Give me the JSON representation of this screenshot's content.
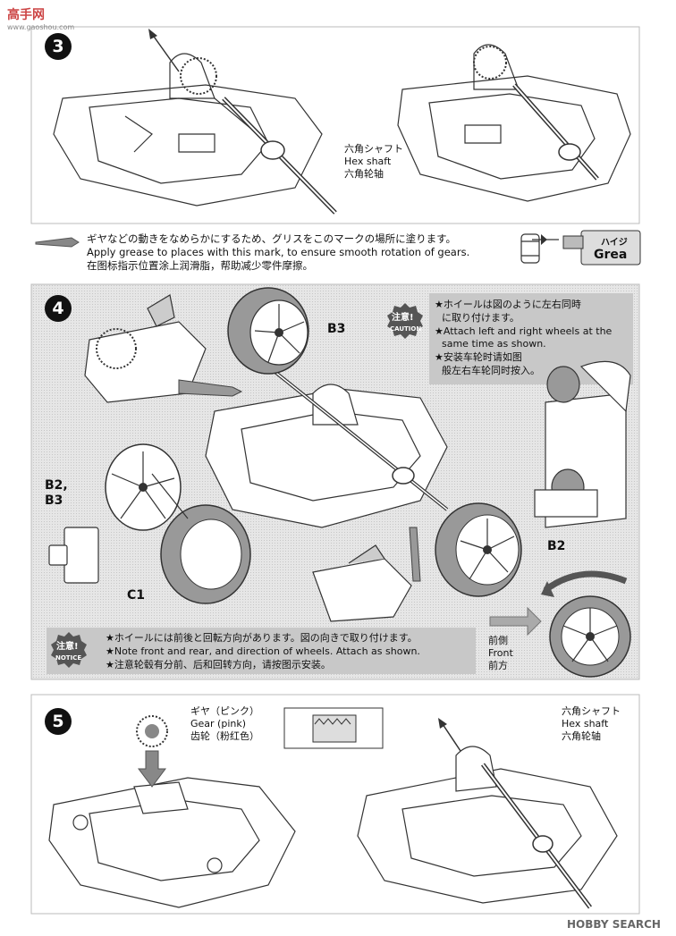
{
  "watermark": {
    "site": "高手网",
    "url": "www.gaoshou.com",
    "brand": "HOBBY SEARCH"
  },
  "step3": {
    "number": "3",
    "hex_shaft_jp": "六角シャフト",
    "hex_shaft_en": "Hex shaft",
    "hex_shaft_cn": "六角轮轴",
    "grease_jp": "ギヤなどの動きをなめらかにするため、グリスをこのマークの場所に塗ります。",
    "grease_en": "Apply grease to places with this mark, to ensure smooth rotation of gears.",
    "grease_cn": "在图标指示位置涂上润滑脂，帮助减少零件摩擦。",
    "grease_tube_jp": "ハイジ",
    "grease_tube_en": "Grea"
  },
  "step4": {
    "number": "4",
    "label_b3": "B3",
    "label_b2b3_1": "B2,",
    "label_b2b3_2": "B3",
    "label_c1": "C1",
    "label_b2": "B2",
    "caution1_jp": "注意!",
    "caution1_en": "CAUTION",
    "caution1_text_jp1": "★ホイールは図のように左右同時",
    "caution1_text_jp2": "に取り付けます。",
    "caution1_text_en1": "★Attach left and right wheels at the",
    "caution1_text_en2": "same time as shown.",
    "caution1_text_cn1": "★安装车轮时请如图",
    "caution1_text_cn2": "般左右车轮同时按入。",
    "notice_jp": "注意!",
    "notice_en": "NOTICE",
    "notice_text_jp": "★ホイールには前後と回転方向があります。図の向きで取り付けます。",
    "notice_text_en": "★Note front and rear, and direction of wheels. Attach as shown.",
    "notice_text_cn": "★注意轮毂有分前、后和回转方向，请按图示安装。",
    "front_jp": "前側",
    "front_en": "Front",
    "front_cn": "前方"
  },
  "step5": {
    "number": "5",
    "gear_jp": "ギヤ（ピンク）",
    "gear_en": "Gear (pink)",
    "gear_cn": "齿轮（粉红色）",
    "hex_shaft_jp": "六角シャフト",
    "hex_shaft_en": "Hex shaft",
    "hex_shaft_cn": "六角轮轴"
  }
}
